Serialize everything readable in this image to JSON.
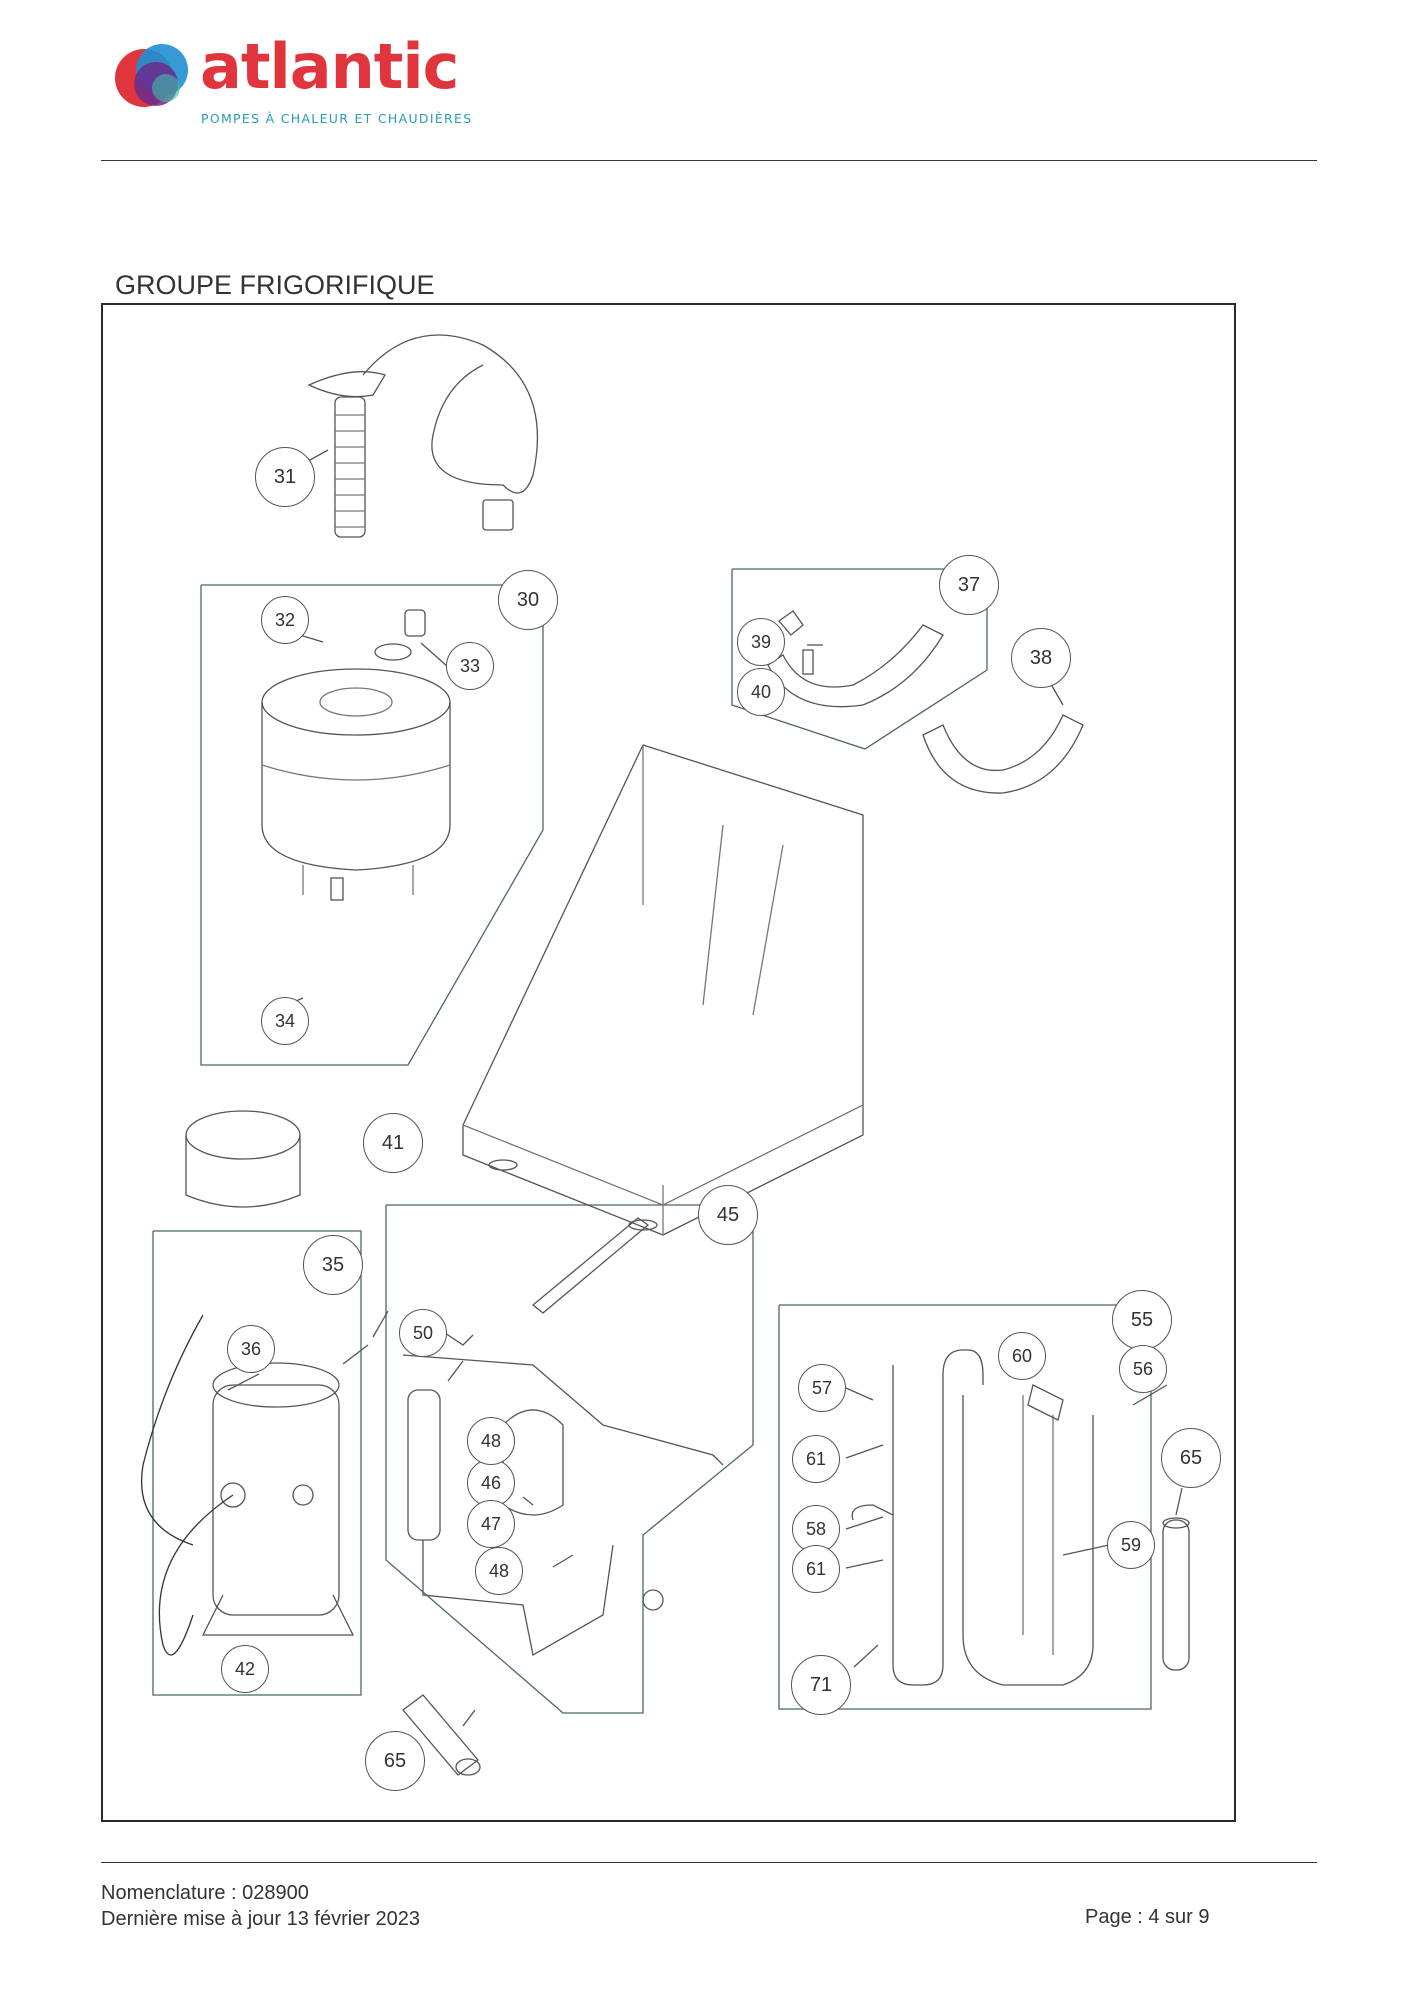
{
  "header": {
    "logo_word": "atlantic",
    "logo_tagline": "POMPES À CHALEUR ET CHAUDIÈRES",
    "brand_color": "#e1353e",
    "tagline_color": "#2a9bb3"
  },
  "section": {
    "title": "GROUPE FRIGORIFIQUE"
  },
  "callouts": {
    "c30": "30",
    "c31": "31",
    "c32": "32",
    "c33": "33",
    "c34": "34",
    "c35": "35",
    "c36": "36",
    "c37": "37",
    "c38": "38",
    "c39": "39",
    "c40": "40",
    "c41": "41",
    "c42": "42",
    "c45": "45",
    "c46": "46",
    "c47": "47",
    "c48a": "48",
    "c48b": "48",
    "c50": "50",
    "c55": "55",
    "c56": "56",
    "c57": "57",
    "c58": "58",
    "c59": "59",
    "c60": "60",
    "c61a": "61",
    "c61b": "61",
    "c65a": "65",
    "c65b": "65",
    "c71": "71"
  },
  "footer": {
    "nomenclature": "Nomenclature : 028900",
    "last_update": "Dernière mise à jour 13 février 2023",
    "page": "Page : 4 sur 9"
  }
}
